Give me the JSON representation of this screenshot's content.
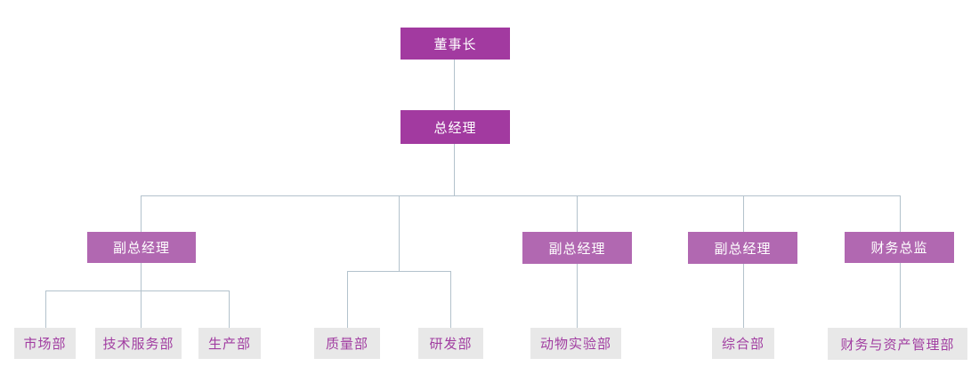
{
  "page": {
    "background": "#ffffff"
  },
  "colors": {
    "executive_fill": "#A23AA0",
    "manager_fill": "#B168B1",
    "department_fill": "#E8E8E8",
    "executive_text": "#FFFFFF",
    "department_text": "#A13DA1",
    "connector": "#B3C2CC"
  },
  "chart_data": {
    "type": "org-chart",
    "title": "",
    "nodes": {
      "chairman": {
        "label": "董事长",
        "level": 1,
        "parent": null
      },
      "general_manager": {
        "label": "总经理",
        "level": 2,
        "parent": "chairman"
      },
      "deputy_gm_1": {
        "label": "副总经理",
        "level": 3,
        "parent": "general_manager"
      },
      "deputy_gm_2": {
        "label": "副总经理",
        "level": 3,
        "parent": "general_manager"
      },
      "deputy_gm_3": {
        "label": "副总经理",
        "level": 3,
        "parent": "general_manager"
      },
      "finance_director": {
        "label": "财务总监",
        "level": 3,
        "parent": "general_manager"
      },
      "marketing": {
        "label": "市场部",
        "level": 4,
        "parent": "deputy_gm_1"
      },
      "tech_service": {
        "label": "技术服务部",
        "level": 4,
        "parent": "deputy_gm_1"
      },
      "production": {
        "label": "生产部",
        "level": 4,
        "parent": "deputy_gm_1"
      },
      "quality": {
        "label": "质量部",
        "level": 4,
        "parent": "general_manager"
      },
      "rnd": {
        "label": "研发部",
        "level": 4,
        "parent": "general_manager"
      },
      "animal_lab": {
        "label": "动物实验部",
        "level": 4,
        "parent": "deputy_gm_2"
      },
      "general_affairs": {
        "label": "综合部",
        "level": 4,
        "parent": "deputy_gm_3"
      },
      "finance_asset": {
        "label": "财务与资产管理部",
        "level": 4,
        "parent": "finance_director"
      }
    }
  }
}
